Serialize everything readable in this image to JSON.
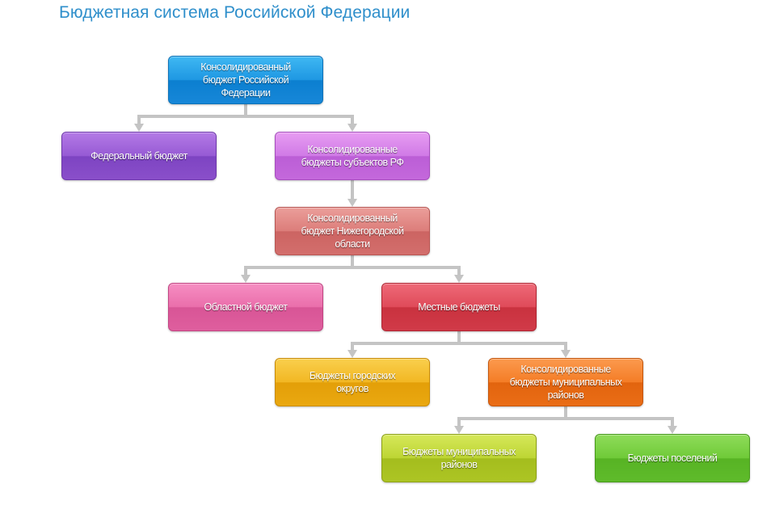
{
  "title": "Бюджетная система Российской Федерации",
  "colors": {
    "title": "#2f8fcb",
    "connector": "#c4c4c4"
  },
  "nodes": {
    "rf": {
      "label": "Консолидированный\nбюджет Российской\nФедерации",
      "color": "blue"
    },
    "federal": {
      "label": "Федеральный бюджет",
      "color": "violet"
    },
    "subjects": {
      "label": "Консолидированные\nбюджеты субъектов РФ",
      "color": "pink-violet"
    },
    "nizhny": {
      "label": "Консолидированный\nбюджет Нижегородской\nобласти",
      "color": "rose"
    },
    "oblast": {
      "label": "Областной бюджет",
      "color": "pink"
    },
    "local": {
      "label": "Местные бюджеты",
      "color": "red"
    },
    "city_districts": {
      "label": "Бюджеты городских\nокругов",
      "color": "yellow"
    },
    "consolidated_municipal": {
      "label": "Консолидированные\nбюджеты муниципальных\nрайонов",
      "color": "orange"
    },
    "municipal": {
      "label": "Бюджеты муниципальных\nрайонов",
      "color": "lime"
    },
    "settlements": {
      "label": "Бюджеты поселений",
      "color": "green"
    }
  },
  "edges": [
    [
      "rf",
      "federal"
    ],
    [
      "rf",
      "subjects"
    ],
    [
      "subjects",
      "nizhny"
    ],
    [
      "nizhny",
      "oblast"
    ],
    [
      "nizhny",
      "local"
    ],
    [
      "local",
      "city_districts"
    ],
    [
      "local",
      "consolidated_municipal"
    ],
    [
      "consolidated_municipal",
      "municipal"
    ],
    [
      "consolidated_municipal",
      "settlements"
    ]
  ]
}
